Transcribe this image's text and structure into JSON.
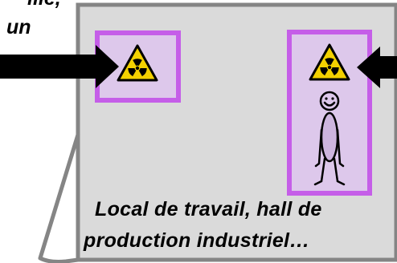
{
  "header_text": {
    "line1": "ille,",
    "line2": "un"
  },
  "room_caption": {
    "line1": "Local de travail, hall de",
    "line2": "production industriel…"
  },
  "colors": {
    "room_fill": "#dadada",
    "room_border": "#858585",
    "zone_fill": "#ddc8eb",
    "zone_border": "#c55ee8",
    "hazard_yellow": "#f4d100",
    "arrow": "#000000"
  },
  "icons": [
    "radiation-hazard-icon",
    "radiation-hazard-icon",
    "stick-figure-worker-icon",
    "arrow-right-icon",
    "arrow-left-icon"
  ]
}
